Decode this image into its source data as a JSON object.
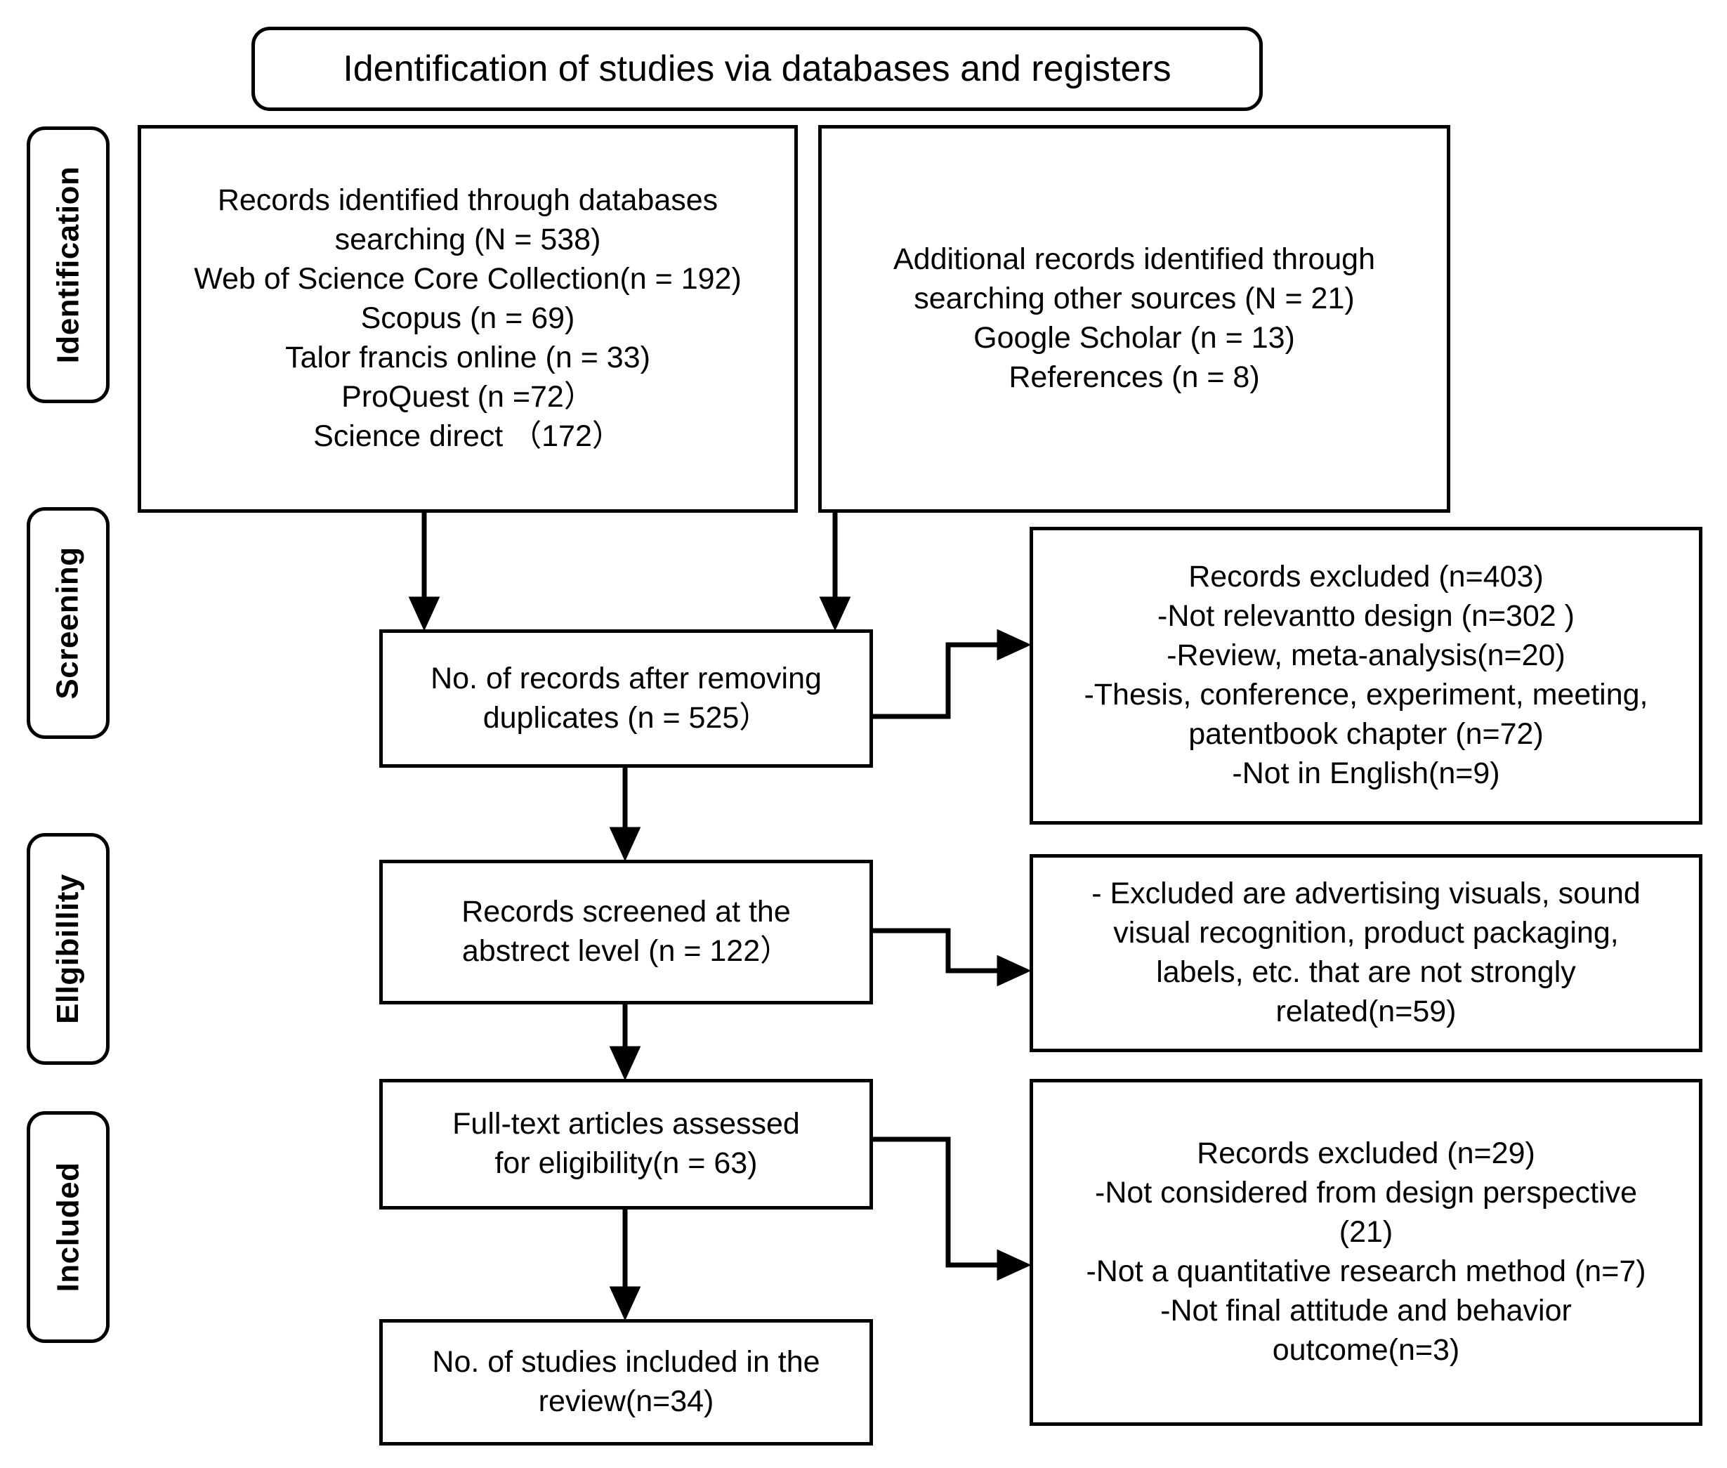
{
  "diagram": {
    "type": "prisma-flow-diagram",
    "title": "Identification of studies via databases and registers",
    "stages": [
      {
        "id": "identification",
        "label": "Identification"
      },
      {
        "id": "screening",
        "label": "Screening"
      },
      {
        "id": "eligibility",
        "label": "Ellgibillity"
      },
      {
        "id": "included",
        "label": "Included"
      }
    ],
    "boxes": {
      "records_identified": {
        "text": "Records identified through databases\nsearching (N = 538)\nWeb of Science Core Collection(n = 192)\nScopus (n = 69)\nTalor francis online  (n = 33)\nProQuest (n =72）\nScience direct   （172）"
      },
      "additional_records": {
        "text": "Additional records identified through\nsearching other sources (N = 21)\nGoogle Scholar (n = 13)\nReferences (n = 8)"
      },
      "after_duplicates": {
        "text": "No. of records after removing\nduplicates (n = 525）"
      },
      "excluded_screening": {
        "text": "Records excluded   (n=403)\n-Not relevantto design (n=302 )\n-Review, meta-analysis(n=20)\n-Thesis, conference, experiment,    meeting,\npatentbook chapter (n=72)\n-Not in English(n=9)"
      },
      "screened_abstract": {
        "text": "Records screened at the\nabstrect level (n = 122）"
      },
      "excluded_eligibility": {
        "text": "- Excluded are advertising visuals, sound\nvisual recognition, product packaging,\nlabels, etc. that are not strongly\nrelated(n=59)"
      },
      "fulltext_assessed": {
        "text": "Full-text articles assessed\nfor eligibility(n = 63)"
      },
      "excluded_fulltext": {
        "text": "Records excluded   (n=29)\n-Not considered from design perspective\n(21)\n-Not a quantitative research method (n=7)\n-Not final attitude and behavior\noutcome(n=3)"
      },
      "included_studies": {
        "text": "No. of studies included in the\nreview(n=34)"
      }
    },
    "colors": {
      "stroke": "#000000",
      "fill": "#ffffff",
      "text": "#000000"
    }
  },
  "chart_data": {
    "type": "diagram",
    "title": "Identification of studies via databases and registers",
    "nodes": [
      {
        "id": "records_identified",
        "stage": "Identification",
        "label": "Records identified through databases searching (N = 538)",
        "n": 538,
        "breakdown": [
          {
            "source": "Web of Science Core Collection",
            "n": 192
          },
          {
            "source": "Scopus",
            "n": 69
          },
          {
            "source": "Talor francis online",
            "n": 33
          },
          {
            "source": "ProQuest",
            "n": 72
          },
          {
            "source": "Science direct",
            "n": 172
          }
        ]
      },
      {
        "id": "additional_records",
        "stage": "Identification",
        "label": "Additional records identified through searching other sources (N = 21)",
        "n": 21,
        "breakdown": [
          {
            "source": "Google Scholar",
            "n": 13
          },
          {
            "source": "References",
            "n": 8
          }
        ]
      },
      {
        "id": "after_duplicates",
        "stage": "Screening",
        "label": "No. of records after removing duplicates",
        "n": 525
      },
      {
        "id": "excluded_screening",
        "stage": "Screening",
        "label": "Records excluded",
        "n": 403,
        "breakdown": [
          {
            "reason": "Not relevantto design",
            "n": 302
          },
          {
            "reason": "Review, meta-analysis",
            "n": 20
          },
          {
            "reason": "Thesis, conference, experiment, meeting, patentbook chapter",
            "n": 72
          },
          {
            "reason": "Not in English",
            "n": 9
          }
        ]
      },
      {
        "id": "screened_abstract",
        "stage": "Ellgibillity",
        "label": "Records screened at the abstrect level",
        "n": 122
      },
      {
        "id": "excluded_eligibility",
        "stage": "Ellgibillity",
        "label": "Excluded are advertising visuals, sound visual recognition, product packaging, labels, etc. that are not strongly related",
        "n": 59
      },
      {
        "id": "fulltext_assessed",
        "stage": "Ellgibillity",
        "label": "Full-text articles assessed for eligibility",
        "n": 63
      },
      {
        "id": "excluded_fulltext",
        "stage": "Included",
        "label": "Records excluded",
        "n": 29,
        "breakdown": [
          {
            "reason": "Not considered from design perspective",
            "n": 21
          },
          {
            "reason": "Not a quantitative research method",
            "n": 7
          },
          {
            "reason": "Not final attitude and behavior outcome",
            "n": 3
          }
        ]
      },
      {
        "id": "included_studies",
        "stage": "Included",
        "label": "No. of studies included in the review",
        "n": 34
      }
    ],
    "edges": [
      {
        "from": "records_identified",
        "to": "after_duplicates"
      },
      {
        "from": "additional_records",
        "to": "after_duplicates"
      },
      {
        "from": "after_duplicates",
        "to": "excluded_screening"
      },
      {
        "from": "after_duplicates",
        "to": "screened_abstract"
      },
      {
        "from": "screened_abstract",
        "to": "excluded_eligibility"
      },
      {
        "from": "screened_abstract",
        "to": "fulltext_assessed"
      },
      {
        "from": "fulltext_assessed",
        "to": "excluded_fulltext"
      },
      {
        "from": "fulltext_assessed",
        "to": "included_studies"
      }
    ]
  }
}
